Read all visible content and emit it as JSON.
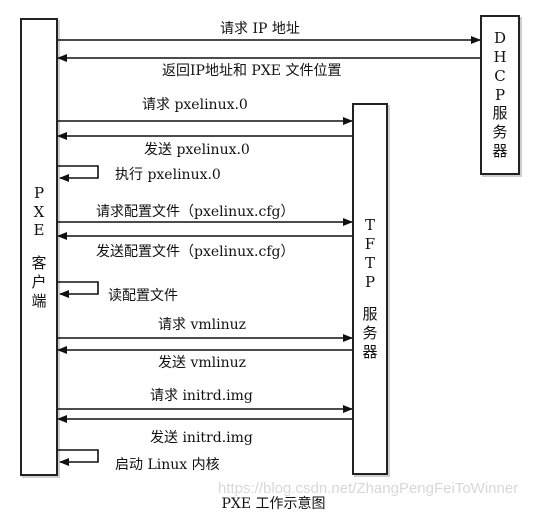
{
  "entities": {
    "pxe": {
      "chars": [
        "P",
        "X",
        "E",
        "",
        "客",
        "户",
        "端"
      ]
    },
    "tftp": {
      "chars": [
        "T",
        "F",
        "T",
        "P",
        "",
        "服",
        "务",
        "器"
      ]
    },
    "dhcp": {
      "chars": [
        "D",
        "H",
        "C",
        "P",
        "服",
        "务",
        "器"
      ]
    }
  },
  "messages": [
    {
      "id": "m1",
      "text": "请求 IP 地址",
      "from": "pxe",
      "to": "dhcp"
    },
    {
      "id": "m2",
      "text": "返回IP地址和 PXE 文件位置",
      "from": "dhcp",
      "to": "pxe"
    },
    {
      "id": "m3",
      "text": "请求 pxelinux.0",
      "from": "pxe",
      "to": "tftp"
    },
    {
      "id": "m4",
      "text": "发送 pxelinux.0",
      "from": "tftp",
      "to": "pxe"
    },
    {
      "id": "m5",
      "text": "执行 pxelinux.0",
      "from": "pxe",
      "to": "pxe"
    },
    {
      "id": "m6",
      "text": "请求配置文件（pxelinux.cfg）",
      "from": "pxe",
      "to": "tftp"
    },
    {
      "id": "m7",
      "text": "发送配置文件（pxelinux.cfg）",
      "from": "tftp",
      "to": "pxe"
    },
    {
      "id": "m8",
      "text": "读配置文件",
      "from": "pxe",
      "to": "pxe"
    },
    {
      "id": "m9",
      "text": "请求 vmlinuz",
      "from": "pxe",
      "to": "tftp"
    },
    {
      "id": "m10",
      "text": "发送 vmlinuz",
      "from": "tftp",
      "to": "pxe"
    },
    {
      "id": "m11",
      "text": "请求 initrd.img",
      "from": "pxe",
      "to": "tftp"
    },
    {
      "id": "m12",
      "text": "发送 initrd.img",
      "from": "tftp",
      "to": "pxe"
    },
    {
      "id": "m13",
      "text": "启动 Linux 内核",
      "from": "pxe",
      "to": "pxe"
    }
  ],
  "caption": "PXE 工作示意图",
  "watermark": "https://blog.csdn.net/ZhangPengFeiToWinner"
}
